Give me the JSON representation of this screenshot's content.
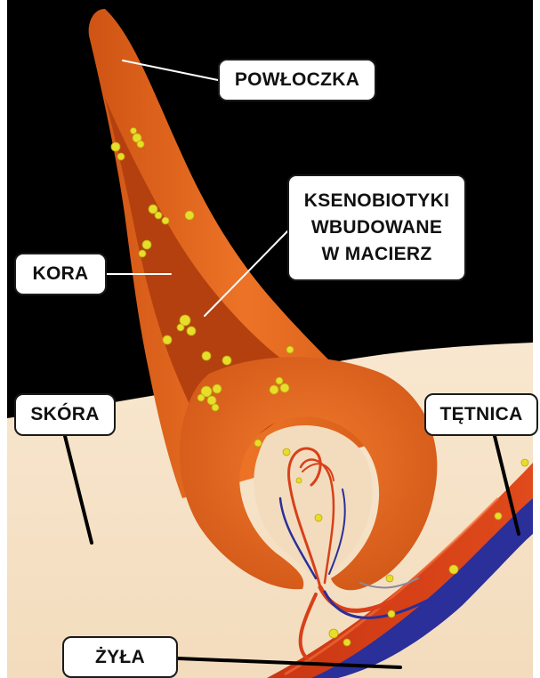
{
  "labels": {
    "powloczka": "POWŁOCZKA",
    "ksenobiotyki": [
      "KSENOBIOTYKI",
      "WBUDOWANE",
      "W MACIERZ"
    ],
    "kora": "KORA",
    "skora": "SKÓRA",
    "tetnica": "TĘTNICA",
    "zyla": "ŻYŁA"
  },
  "colors": {
    "background": "#000000",
    "skin": "#f6e3c8",
    "hair_shaft": "#e0651c",
    "hair_cortex": "#b4400f",
    "xenobiotic_particles": "#e8dd2a",
    "artery": "#d8401a",
    "vein": "#2a2f9a",
    "label_fill": "#ffffff",
    "label_border": "#1a1a1a",
    "leader_line": "#000000"
  }
}
